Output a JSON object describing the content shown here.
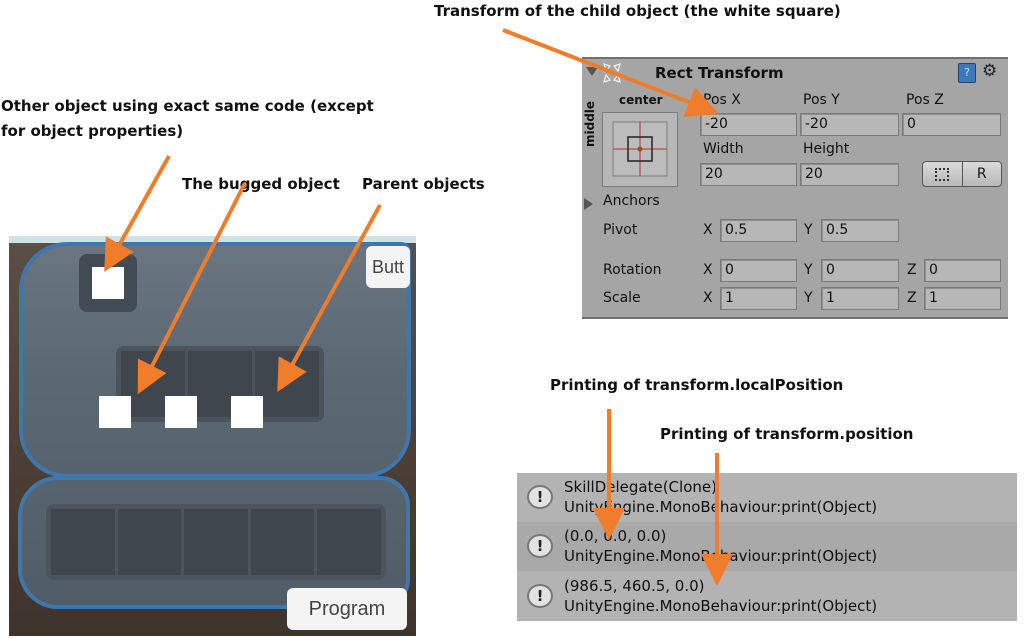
{
  "annotations": {
    "transform_child": "Transform of the child object (the white square)",
    "other_object_line1": "Other object using exact same code (except",
    "other_object_line2": "for object properties)",
    "bugged_object": "The bugged object",
    "parent_objects": "Parent objects",
    "printing_local": "Printing of transform.localPosition",
    "printing_world": "Printing of transform.position"
  },
  "game_view": {
    "top_button_label": "Butt",
    "bottom_button_label": "Program",
    "top_inventory_slots": 3,
    "bottom_inventory_slots": 5,
    "panel_border_color": "#3f77ad"
  },
  "inspector": {
    "component_title": "Rect Transform",
    "anchor_preset_h": "center",
    "anchor_preset_v": "middle",
    "labels": {
      "pos_x": "Pos X",
      "pos_y": "Pos Y",
      "pos_z": "Pos Z",
      "width": "Width",
      "height": "Height",
      "anchors": "Anchors",
      "pivot": "Pivot",
      "rotation": "Rotation",
      "scale": "Scale",
      "x": "X",
      "y": "Y",
      "z": "Z",
      "raw_edit_button": "R",
      "help": "?"
    },
    "values": {
      "pos_x": "-20",
      "pos_y": "-20",
      "pos_z": "0",
      "width": "20",
      "height": "20",
      "pivot_x": "0.5",
      "pivot_y": "0.5",
      "rotation_x": "0",
      "rotation_y": "0",
      "rotation_z": "0",
      "scale_x": "1",
      "scale_y": "1",
      "scale_z": "1"
    }
  },
  "console": {
    "entries": [
      {
        "line1": "SkillDelegate(Clone)",
        "line2": "UnityEngine.MonoBehaviour:print(Object)"
      },
      {
        "line1": "(0.0, 0.0, 0.0)",
        "line2": "UnityEngine.MonoBehaviour:print(Object)"
      },
      {
        "line1": "(986.5, 460.5, 0.0)",
        "line2": "UnityEngine.MonoBehaviour:print(Object)"
      }
    ],
    "icon": "info-bubble-icon"
  },
  "colors": {
    "arrow": "#ef7d2b",
    "inspector_bg": "#a5a5a5",
    "console_bg": "#b3b3b3"
  }
}
